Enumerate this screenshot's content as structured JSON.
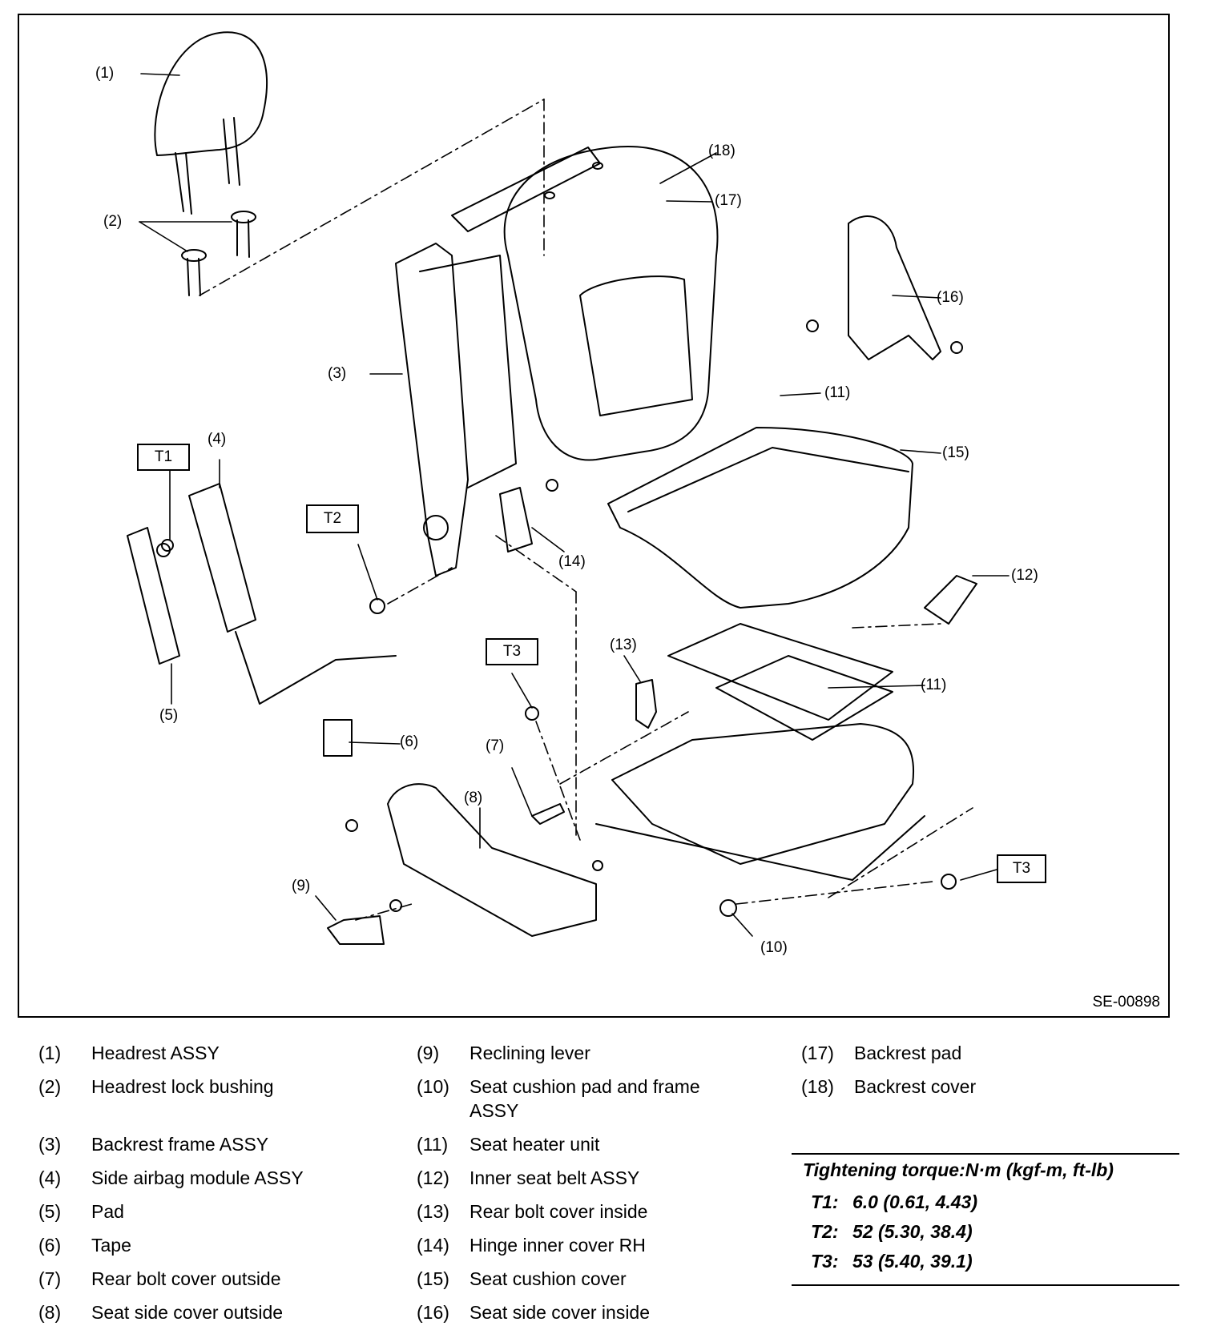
{
  "callouts": {
    "c1": "(1)",
    "c2": "(2)",
    "c3": "(3)",
    "c4": "(4)",
    "c5": "(5)",
    "c6": "(6)",
    "c7": "(7)",
    "c8": "(8)",
    "c9": "(9)",
    "c10": "(10)",
    "c11a": "(11)",
    "c11b": "(11)",
    "c12": "(12)",
    "c13": "(13)",
    "c14": "(14)",
    "c15": "(15)",
    "c16": "(16)",
    "c17": "(17)",
    "c18": "(18)"
  },
  "torque_boxes": {
    "t1": "T1",
    "t2": "T2",
    "t3a": "T3",
    "t3b": "T3"
  },
  "figure_code": "SE-00898",
  "legend": [
    {
      "num": "(1)",
      "text": "Headrest ASSY"
    },
    {
      "num": "(2)",
      "text": "Headrest lock bushing"
    },
    {
      "num": "(3)",
      "text": "Backrest frame ASSY"
    },
    {
      "num": "(4)",
      "text": "Side airbag module ASSY"
    },
    {
      "num": "(5)",
      "text": "Pad"
    },
    {
      "num": "(6)",
      "text": "Tape"
    },
    {
      "num": "(7)",
      "text": "Rear bolt cover outside"
    },
    {
      "num": "(8)",
      "text": "Seat side cover outside"
    },
    {
      "num": "(9)",
      "text": "Reclining lever"
    },
    {
      "num": "(10)",
      "text": "Seat cushion pad and frame ASSY"
    },
    {
      "num": "(11)",
      "text": "Seat heater unit"
    },
    {
      "num": "(12)",
      "text": "Inner seat belt ASSY"
    },
    {
      "num": "(13)",
      "text": "Rear bolt cover inside"
    },
    {
      "num": "(14)",
      "text": "Hinge inner cover RH"
    },
    {
      "num": "(15)",
      "text": "Seat cushion cover"
    },
    {
      "num": "(16)",
      "text": "Seat side cover inside"
    },
    {
      "num": "(17)",
      "text": "Backrest pad"
    },
    {
      "num": "(18)",
      "text": "Backrest cover"
    }
  ],
  "torque": {
    "title": "Tightening torque:N·m (kgf-m, ft-lb)",
    "rows": [
      {
        "code": "T1:",
        "value": "6.0 (0.61, 4.43)"
      },
      {
        "code": "T2:",
        "value": "52 (5.30, 38.4)"
      },
      {
        "code": "T3:",
        "value": "53 (5.40, 39.1)"
      }
    ]
  }
}
